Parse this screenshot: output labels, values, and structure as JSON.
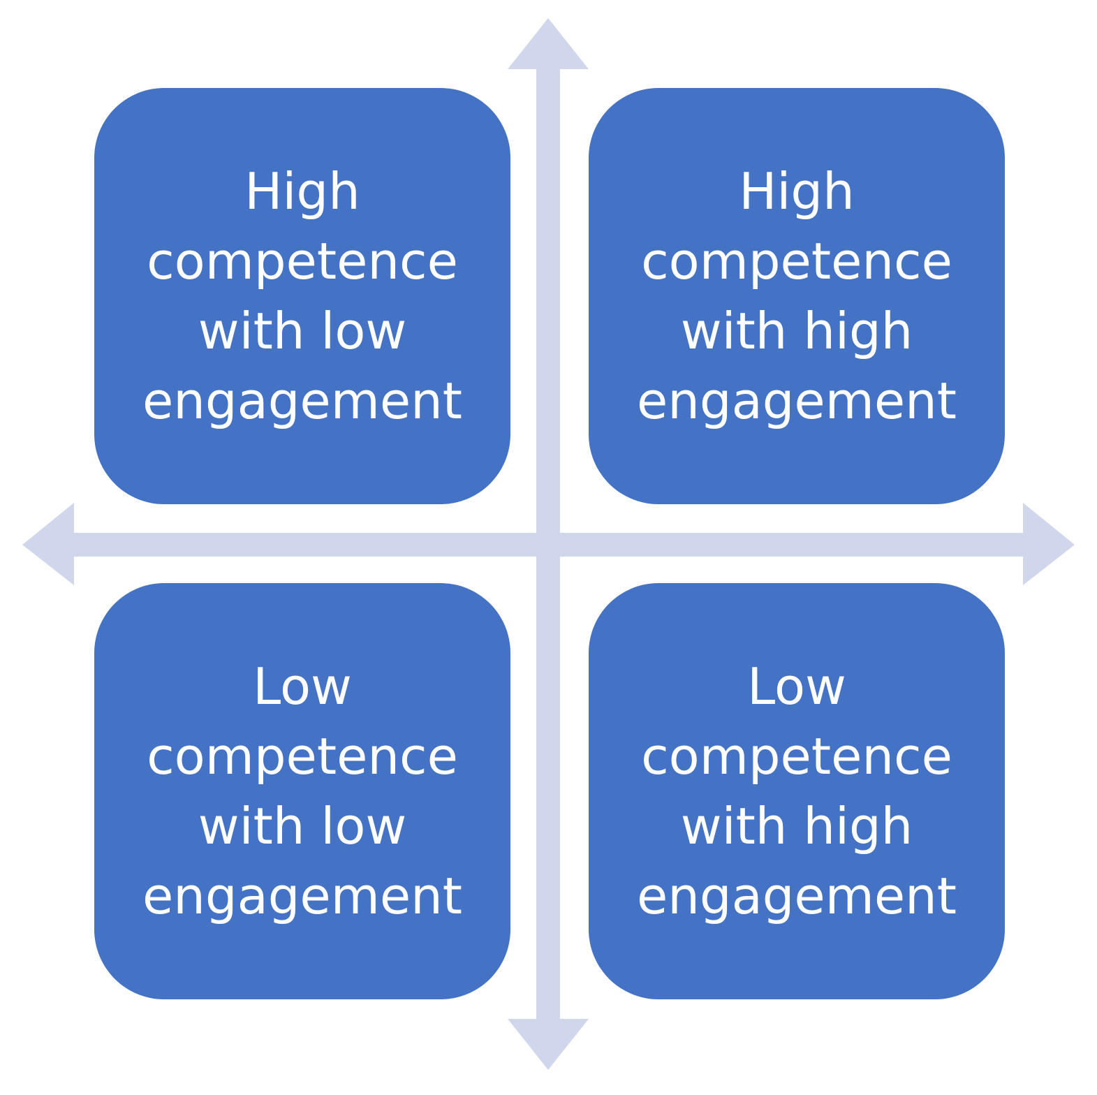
{
  "colors": {
    "box_fill": "#4472C4",
    "box_text": "#FFFFFF",
    "axis": "#D0D6EC"
  },
  "quadrants": {
    "top_left": {
      "text": "High\ncompetence\nwith low\nengagement"
    },
    "top_right": {
      "text": "High\ncompetence\nwith high\nengagement"
    },
    "bottom_left": {
      "text": "Low\ncompetence\nwith low\nengagement"
    },
    "bottom_right": {
      "text": "Low\ncompetence\nwith high\nengagement"
    }
  },
  "axes": {
    "vertical": {
      "arrowheads": [
        "up",
        "down"
      ]
    },
    "horizontal": {
      "arrowheads": [
        "left",
        "right"
      ]
    }
  }
}
